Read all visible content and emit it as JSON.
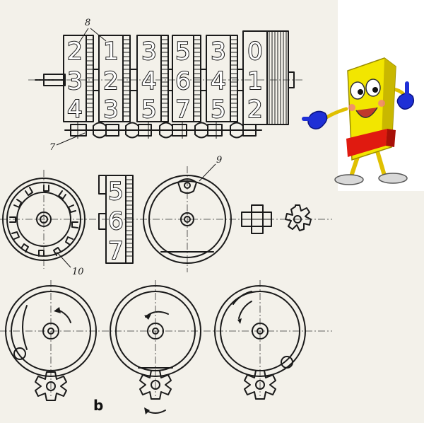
{
  "callouts": {
    "c8": "8",
    "c7": "7",
    "c9": "9",
    "c10": "10"
  },
  "panel_label": "b",
  "counter_wheels": [
    {
      "top": "2",
      "mid": "3",
      "bot": "4"
    },
    {
      "top": "1",
      "mid": "2",
      "bot": "3"
    },
    {
      "top": "3",
      "mid": "4",
      "bot": "5"
    },
    {
      "top": "5",
      "mid": "6",
      "bot": "7"
    },
    {
      "top": "3",
      "mid": "4",
      "bot": "5"
    },
    {
      "top": "0",
      "mid": "1",
      "bot": "2"
    }
  ],
  "side_wheel": {
    "top": "5",
    "mid": "6",
    "bot": "7"
  },
  "colors": {
    "paper": "#f3f1ea",
    "ink": "#1a1a1a",
    "mascot_yellow": "#f2e600",
    "mascot_red": "#e01a10",
    "mascot_blue": "#1e2fd6"
  },
  "icons": {
    "mascot": "mascot-icon"
  }
}
